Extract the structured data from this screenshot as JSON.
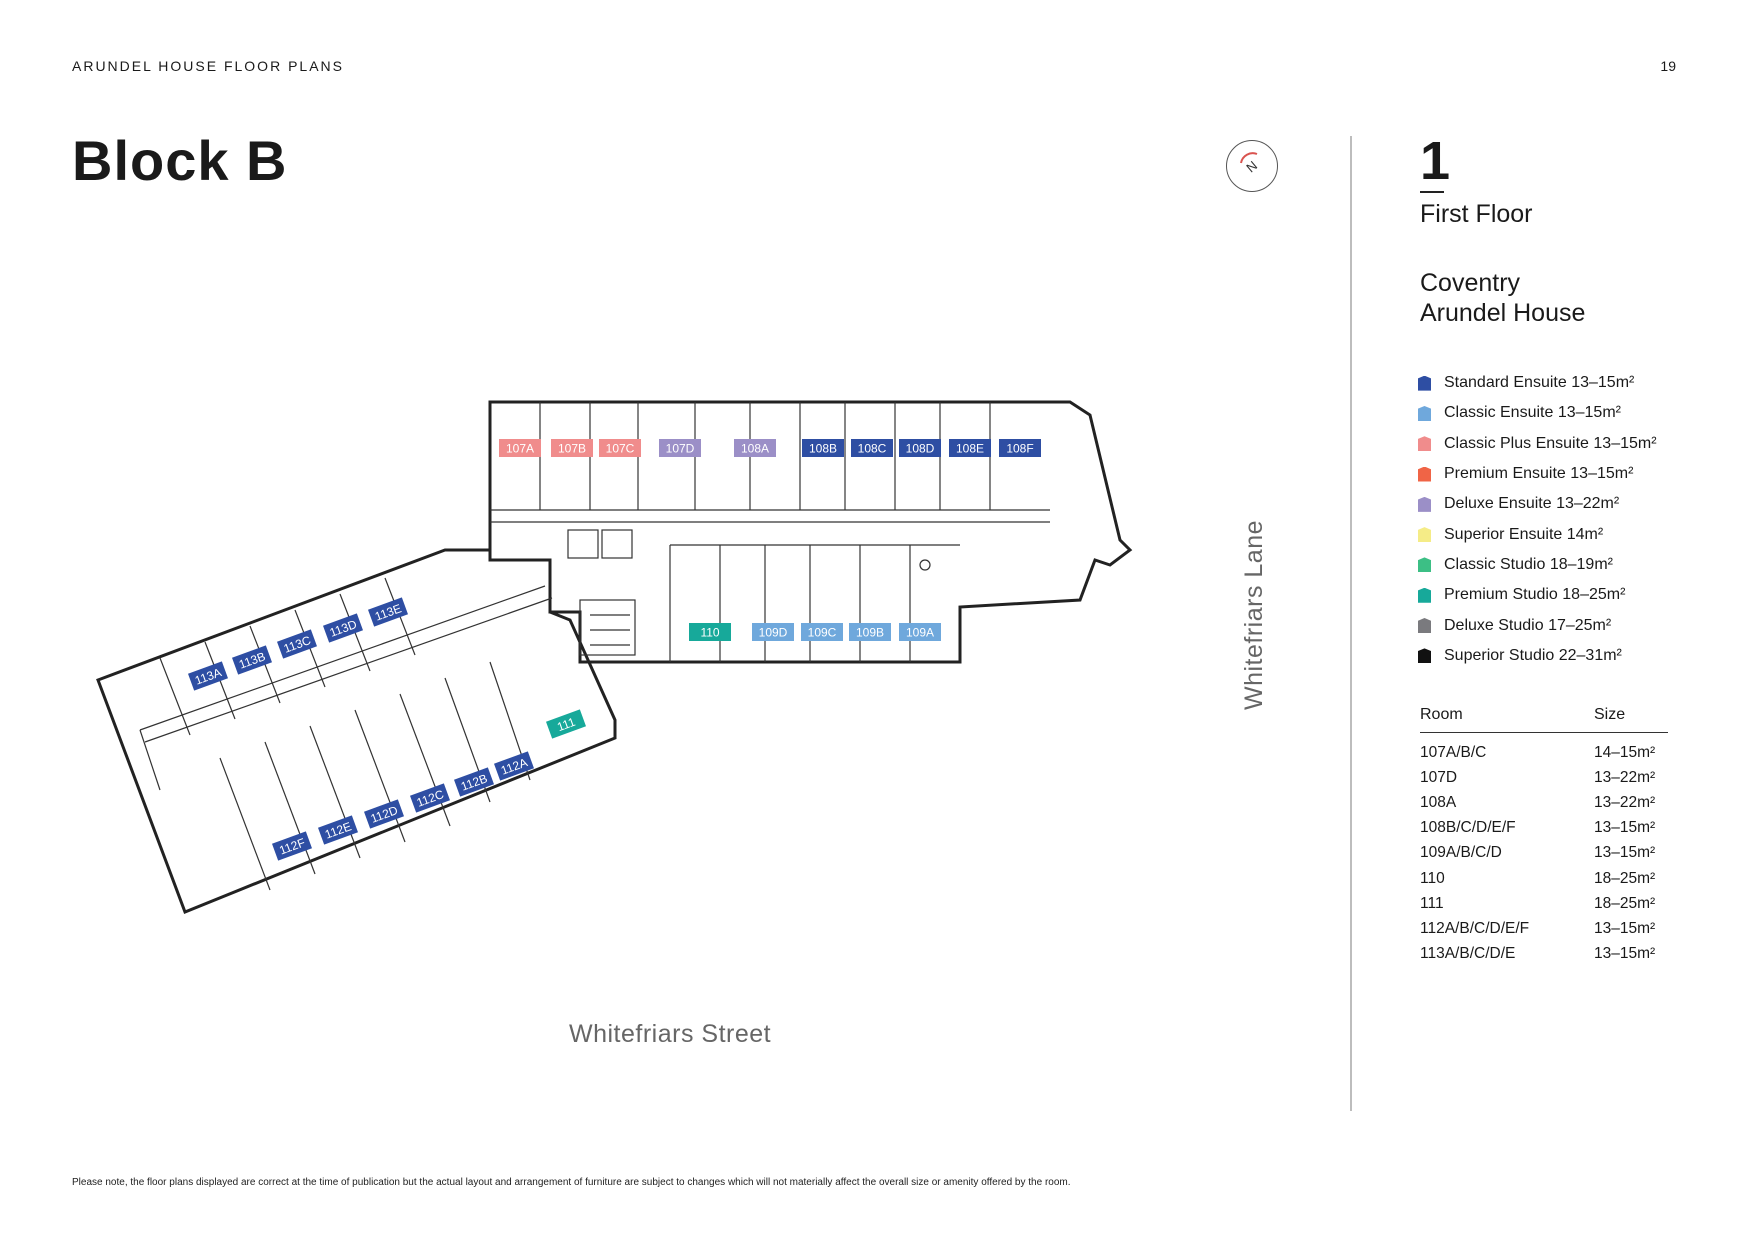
{
  "header": {
    "title": "ARUNDEL HOUSE FLOOR PLANS",
    "page_number": "19"
  },
  "block_title": "Block B",
  "floor": {
    "number": "1",
    "name": "First Floor"
  },
  "building": {
    "line1": "Coventry",
    "line2": "Arundel House"
  },
  "legend": [
    {
      "label": "Standard Ensuite 13–15m²",
      "color": "#2e4ea3"
    },
    {
      "label": "Classic Ensuite 13–15m²",
      "color": "#6fa8dc"
    },
    {
      "label": "Classic Plus Ensuite 13–15m²",
      "color": "#f08c8c"
    },
    {
      "label": "Premium Ensuite 13–15m²",
      "color": "#f06446"
    },
    {
      "label": "Deluxe Ensuite 13–22m²",
      "color": "#9b8fc7"
    },
    {
      "label": "Superior Ensuite 14m²",
      "color": "#f5ec87"
    },
    {
      "label": "Classic Studio 18–19m²",
      "color": "#3cbf85"
    },
    {
      "label": "Premium Studio 18–25m²",
      "color": "#17a99a"
    },
    {
      "label": "Deluxe Studio 17–25m²",
      "color": "#7a7a7e"
    },
    {
      "label": "Superior Studio 22–31m²",
      "color": "#111111"
    }
  ],
  "room_table": {
    "headers": [
      "Room",
      "Size"
    ],
    "rows": [
      [
        "107A/B/C",
        "14–15m²"
      ],
      [
        "107D",
        "13–22m²"
      ],
      [
        "108A",
        "13–22m²"
      ],
      [
        "108B/C/D/E/F",
        "13–15m²"
      ],
      [
        "109A/B/C/D",
        "13–15m²"
      ],
      [
        "110",
        "18–25m²"
      ],
      [
        "111",
        "18–25m²"
      ],
      [
        "112A/B/C/D/E/F",
        "13–15m²"
      ],
      [
        "113A/B/C/D/E",
        "13–15m²"
      ]
    ]
  },
  "plan": {
    "compass_label": "N",
    "street_label": "Whitefriars Street",
    "lane_label": "Whitefriars Lane",
    "rooms_top": [
      {
        "label": "107A",
        "color": "#f08c8c"
      },
      {
        "label": "107B",
        "color": "#f08c8c"
      },
      {
        "label": "107C",
        "color": "#f08c8c"
      },
      {
        "label": "107D",
        "color": "#9b8fc7"
      },
      {
        "label": "108A",
        "color": "#9b8fc7"
      },
      {
        "label": "108B",
        "color": "#2e4ea3"
      },
      {
        "label": "108C",
        "color": "#2e4ea3"
      },
      {
        "label": "108D",
        "color": "#2e4ea3"
      },
      {
        "label": "108E",
        "color": "#2e4ea3"
      },
      {
        "label": "108F",
        "color": "#2e4ea3"
      }
    ],
    "rooms_mid": [
      {
        "label": "110",
        "color": "#17a99a"
      },
      {
        "label": "109D",
        "color": "#6fa8dc"
      },
      {
        "label": "109C",
        "color": "#6fa8dc"
      },
      {
        "label": "109B",
        "color": "#6fa8dc"
      },
      {
        "label": "109A",
        "color": "#6fa8dc"
      }
    ],
    "rooms_wing_upper": [
      {
        "label": "113A",
        "color": "#2e4ea3"
      },
      {
        "label": "113B",
        "color": "#2e4ea3"
      },
      {
        "label": "113C",
        "color": "#2e4ea3"
      },
      {
        "label": "113D",
        "color": "#2e4ea3"
      },
      {
        "label": "113E",
        "color": "#2e4ea3"
      }
    ],
    "rooms_wing_lower": [
      {
        "label": "112F",
        "color": "#2e4ea3"
      },
      {
        "label": "112E",
        "color": "#2e4ea3"
      },
      {
        "label": "112D",
        "color": "#2e4ea3"
      },
      {
        "label": "112C",
        "color": "#2e4ea3"
      },
      {
        "label": "112B",
        "color": "#2e4ea3"
      },
      {
        "label": "112A",
        "color": "#2e4ea3"
      },
      {
        "label": "111",
        "color": "#17a99a"
      }
    ]
  },
  "footnote": "Please note, the floor plans displayed are correct at the time of publication but the actual layout and arrangement of furniture are subject to changes which will not materially affect the overall size or amenity offered by the room."
}
